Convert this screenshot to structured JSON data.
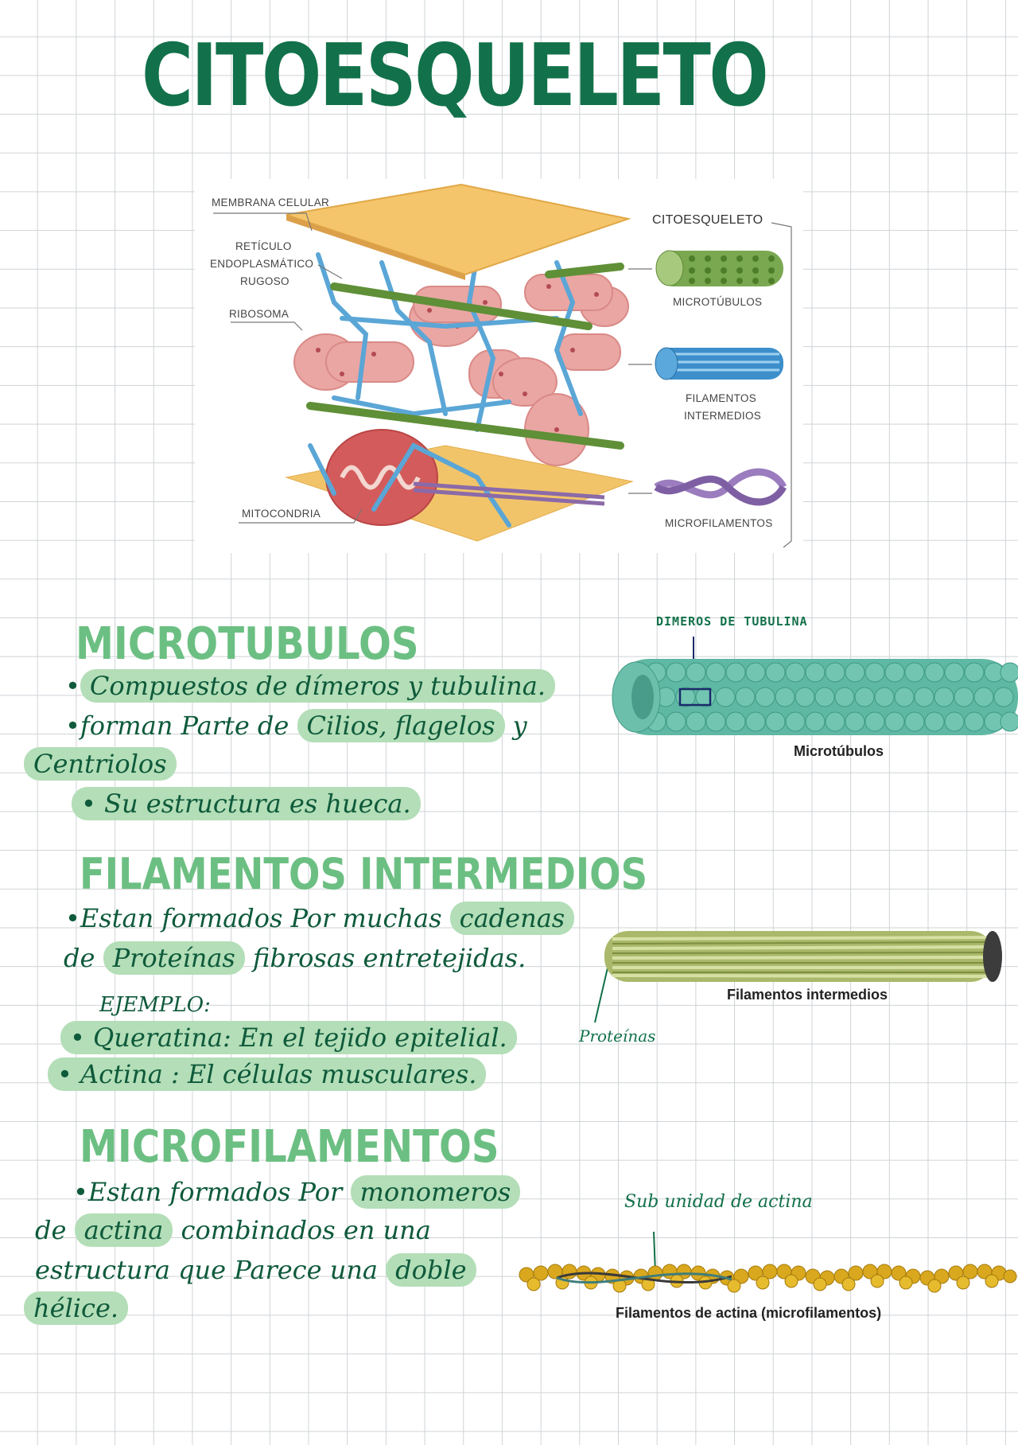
{
  "title": "CITOESQUELETO",
  "diagram": {
    "labels": {
      "membrana": "MEMBRANA CELULAR",
      "reticulo_1": "RETÍCULO",
      "reticulo_2": "ENDOPLASMÁTICO",
      "reticulo_3": "RUGOSO",
      "ribosoma": "RIBOSOMA",
      "mitocondria": "MITOCONDRIA",
      "citoesqueleto": "CITOESQUELETO",
      "microtubulos": "MICROTÚBULOS",
      "filamentos_1": "FILAMENTOS",
      "filamentos_2": "INTERMEDIOS",
      "microfilamentos": "MICROFILAMENTOS"
    },
    "colors": {
      "membrane": "#f5c56b",
      "er": "#e9a3a0",
      "microtubule": "#6f9b3f",
      "intermediate": "#3f8fc9",
      "microfilament": "#8b6aa8",
      "mitochondria": "#d25a5a"
    }
  },
  "sections": {
    "microtubulos": {
      "heading": "MICROTUBULOS",
      "line1": {
        "hl": "Compuestos de dímeros y tubulina."
      },
      "line2": {
        "pre": "forman Parte de ",
        "hl": "Cilios, flagelos",
        "post": " y"
      },
      "line3": {
        "hl": "Centriolos"
      },
      "line4": {
        "hl": "Su estructura es hueca."
      },
      "annotation": "DIMEROS DE TUBULINA",
      "caption": "Microtúbulos"
    },
    "filamentos": {
      "heading": "FILAMENTOS INTERMEDIOS",
      "line1": {
        "pre": "Estan formados Por muchas ",
        "hl": "cadenas"
      },
      "line2": {
        "pre": "de ",
        "hl": "Proteínas",
        "post": " fibrosas entretejidas."
      },
      "ejemplo": "EJEMPLO:",
      "ex1": {
        "hl": "Queratina: En el tejido epitelial."
      },
      "ex2": {
        "hl": "Actina : El células musculares."
      },
      "annotation": "Proteínas",
      "caption": "Filamentos intermedios"
    },
    "microfilamentos": {
      "heading": "MICROFILAMENTOS",
      "line1": {
        "pre": "Estan formados Por ",
        "hl": "monomeros"
      },
      "line2": {
        "pre": "de ",
        "hl": "actina",
        "post": " combinados en una"
      },
      "line3": {
        "pre": "estructura que Parece una ",
        "hl": "doble"
      },
      "line4": {
        "hl": "hélice."
      },
      "annotation": "Sub unidad de actina",
      "caption": "Filamentos de actina (microfilamentos)"
    }
  }
}
